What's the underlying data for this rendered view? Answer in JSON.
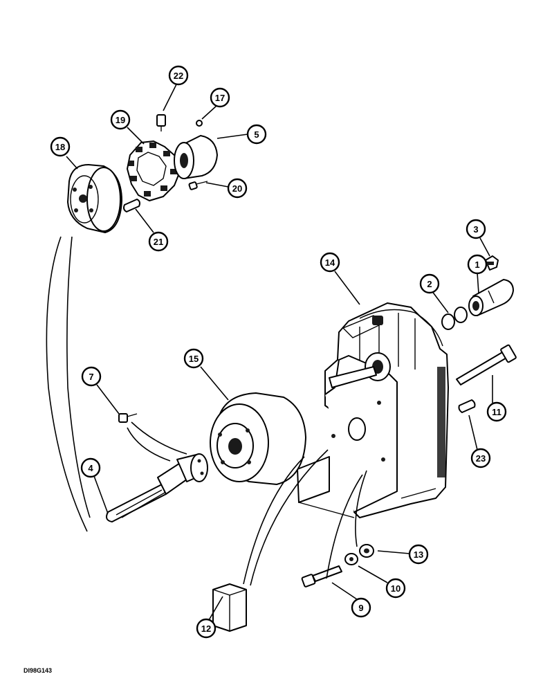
{
  "figure_code": "DI98G143",
  "callouts": [
    {
      "id": "c22",
      "label": "22"
    },
    {
      "id": "c17",
      "label": "17"
    },
    {
      "id": "c19",
      "label": "19"
    },
    {
      "id": "c5",
      "label": "5"
    },
    {
      "id": "c18",
      "label": "18"
    },
    {
      "id": "c20",
      "label": "20"
    },
    {
      "id": "c21",
      "label": "21"
    },
    {
      "id": "c3",
      "label": "3"
    },
    {
      "id": "c14",
      "label": "14"
    },
    {
      "id": "c2",
      "label": "2"
    },
    {
      "id": "c1",
      "label": "1"
    },
    {
      "id": "c15",
      "label": "15"
    },
    {
      "id": "c7",
      "label": "7"
    },
    {
      "id": "c11",
      "label": "11"
    },
    {
      "id": "c23",
      "label": "23"
    },
    {
      "id": "c4",
      "label": "4"
    },
    {
      "id": "c13",
      "label": "13"
    },
    {
      "id": "c10",
      "label": "10"
    },
    {
      "id": "c9",
      "label": "9"
    },
    {
      "id": "c12",
      "label": "12"
    }
  ]
}
